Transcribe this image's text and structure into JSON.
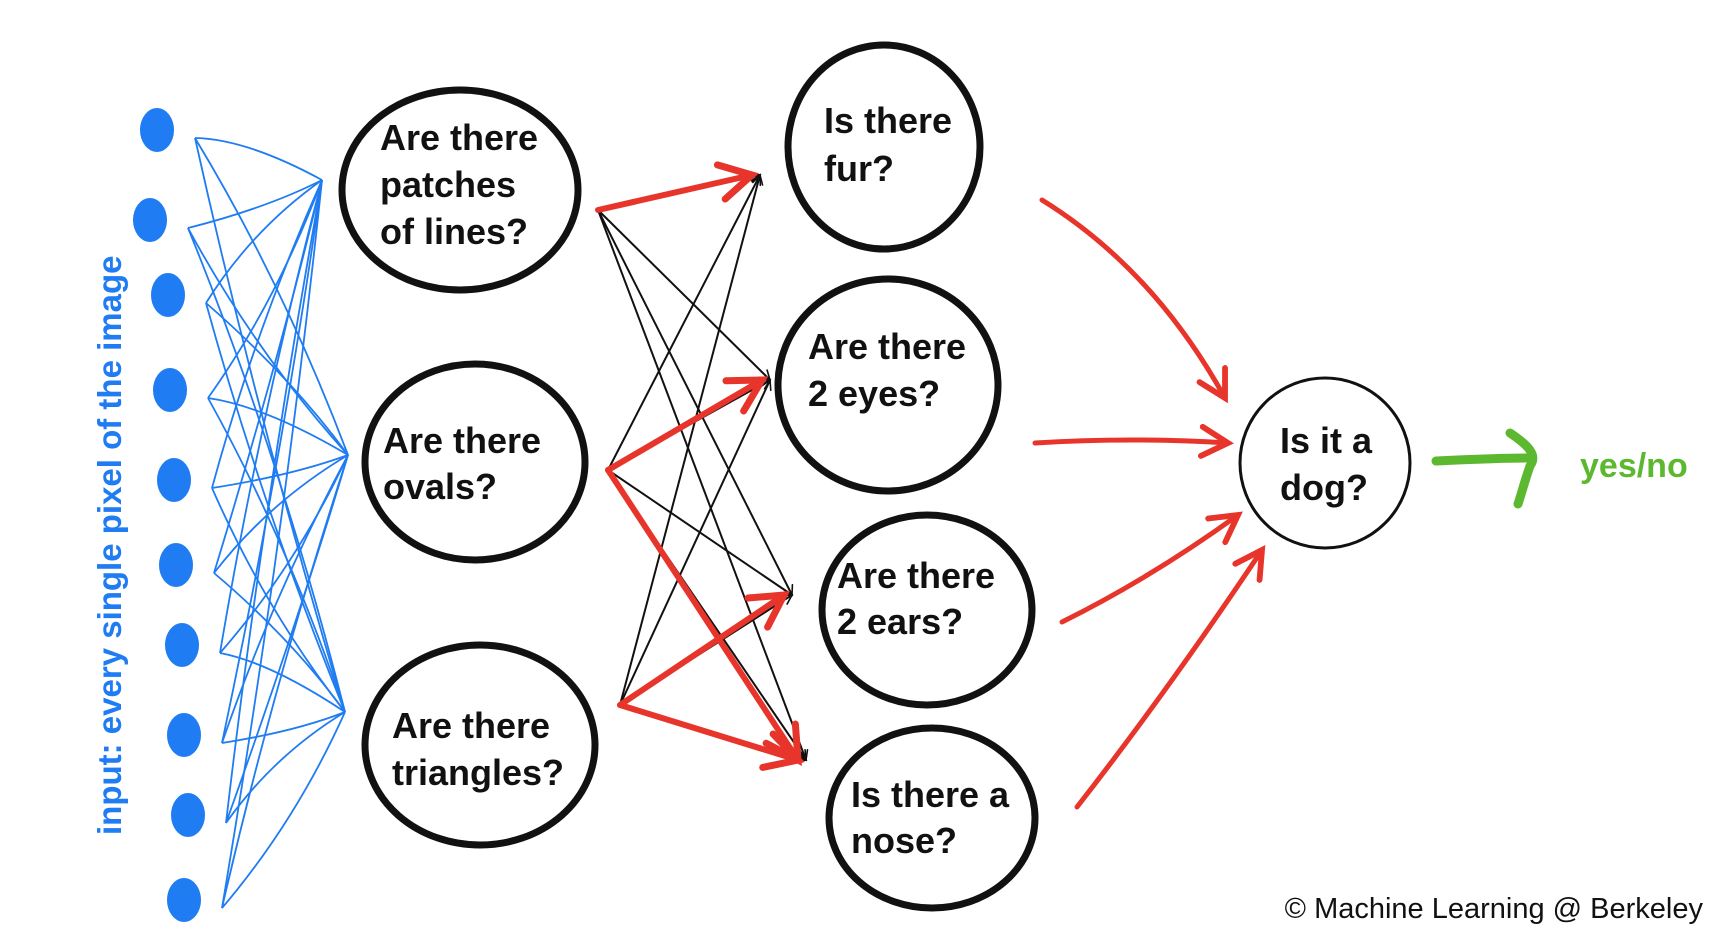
{
  "colors": {
    "input": "#1f7cf2",
    "edge_black": "#111111",
    "edge_red": "#e8352b",
    "output": "#5cb82f"
  },
  "input_label": "input: every single pixel of the image",
  "layer1": [
    {
      "id": "lines",
      "lines": [
        "Are there",
        "patches",
        "of lines?"
      ]
    },
    {
      "id": "ovals",
      "lines": [
        "Are there",
        "ovals?"
      ]
    },
    {
      "id": "triangles",
      "lines": [
        "Are there",
        "triangles?"
      ]
    }
  ],
  "layer2": [
    {
      "id": "fur",
      "lines": [
        "Is there",
        "fur?"
      ]
    },
    {
      "id": "eyes",
      "lines": [
        "Are there",
        "2 eyes?"
      ]
    },
    {
      "id": "ears",
      "lines": [
        "Are there",
        "2 ears?"
      ]
    },
    {
      "id": "nose",
      "lines": [
        "Is there a",
        "nose?"
      ]
    }
  ],
  "output_node": {
    "id": "dog",
    "lines": [
      "Is it a",
      "dog?"
    ]
  },
  "output_label": "yes/no",
  "copyright": "© Machine Learning @ Berkeley"
}
